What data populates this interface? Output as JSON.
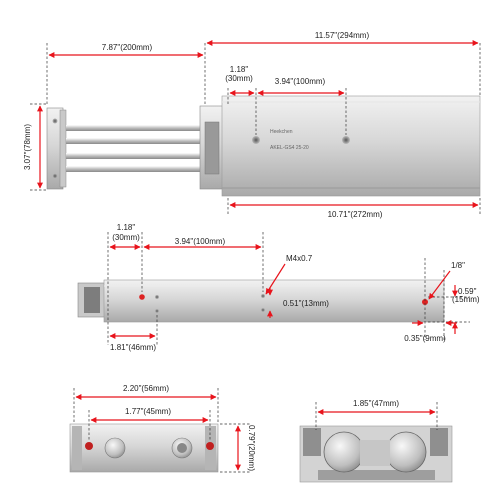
{
  "brand": {
    "name": "Heekchen",
    "model": "AKEL-GS4 25-20"
  },
  "dimensions": {
    "rod_length": "7.87\"(200mm)",
    "overall_length": "11.57\"(294mm)",
    "end_offset_top": "1.18\"",
    "end_offset_top_mm": "(30mm)",
    "hole_spacing_top": "3.94\"(100mm)",
    "height": "3.07\"(78mm)",
    "body_length": "10.71\"(272mm)",
    "end_offset_side": "1.18\"",
    "end_offset_side_mm": "(30mm)",
    "hole_spacing_side": "3.94\"(100mm)",
    "thread": "M4x0.7",
    "thread_spacing": "0.51\"(13mm)",
    "port_thread": "1/8\"",
    "port_height": "0.59\"",
    "port_height_mm": "(15mm)",
    "side_offset": "1.81\"(46mm)",
    "port_offset": "0.35\"(9mm)",
    "end_width": "2.20\"(56mm)",
    "end_hole_spacing": "1.77\"(45mm)",
    "end_height": "0.79\"(20mm)",
    "rod_spacing": "1.85\"(47mm)"
  }
}
